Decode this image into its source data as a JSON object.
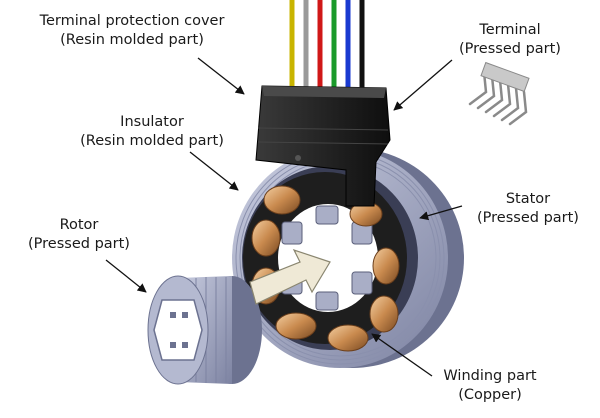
{
  "labels": {
    "terminal_protection_cover": {
      "name": "Terminal protection cover",
      "material": "(Resin molded part)"
    },
    "terminal": {
      "name": "Terminal",
      "material": "(Pressed part)"
    },
    "insulator": {
      "name": "Insulator",
      "material": "(Resin molded part)"
    },
    "stator": {
      "name": "Stator",
      "material": "(Pressed part)"
    },
    "rotor": {
      "name": "Rotor",
      "material": "(Pressed part)"
    },
    "winding_part": {
      "name": "Winding part",
      "material": "(Copper)"
    }
  },
  "colors": {
    "steel": "#9aa0b8",
    "steel_dark": "#6c7290",
    "steel_light": "#c9cde0",
    "copper": "#c98a4e",
    "copper_light": "#f0c89a",
    "resin_black": "#1e1e1e",
    "arrow_fill": "#efe9d6",
    "wire_colors": [
      "#c8b400",
      "#9a9a9a",
      "#d01818",
      "#1a9a2a",
      "#1a3ad0",
      "#111111"
    ]
  }
}
